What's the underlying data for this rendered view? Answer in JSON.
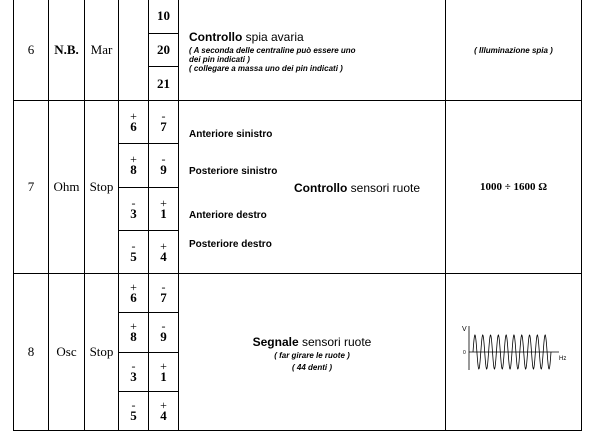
{
  "rows": [
    {
      "num": "6",
      "type": "N.B.",
      "condition": "Mar",
      "pins_single": [
        "10",
        "20",
        "21"
      ],
      "desc_title_bold": "Controllo",
      "desc_title_rest": " spia avaria",
      "desc_notes": [
        "( A seconda delle centraline può essere uno",
        "dei pin indicati )",
        "( collegare a massa uno dei pin indicati )"
      ],
      "value": "( Illuminazione spia )"
    },
    {
      "num": "7",
      "type": "Ohm",
      "condition": "Stop",
      "pins_plus_minus": [
        {
          "a_sign": "+",
          "a": "6",
          "b_sign": "-",
          "b": "7"
        },
        {
          "a_sign": "+",
          "a": "8",
          "b_sign": "-",
          "b": "9"
        },
        {
          "a_sign": "-",
          "a": "3",
          "b_sign": "+",
          "b": "1"
        },
        {
          "a_sign": "-",
          "a": "5",
          "b_sign": "+",
          "b": "4"
        }
      ],
      "positions": [
        "Anteriore sinistro",
        "Posteriore sinistro",
        "Anteriore destro",
        "Posteriore destro"
      ],
      "desc_title_bold": "Controllo",
      "desc_title_rest": " sensori ruote",
      "value": "1000 ÷ 1600 Ω"
    },
    {
      "num": "8",
      "type": "Osc",
      "condition": "Stop",
      "pins_plus_minus": [
        {
          "a_sign": "+",
          "a": "6",
          "b_sign": "-",
          "b": "7"
        },
        {
          "a_sign": "+",
          "a": "8",
          "b_sign": "-",
          "b": "9"
        },
        {
          "a_sign": "-",
          "a": "3",
          "b_sign": "+",
          "b": "1"
        },
        {
          "a_sign": "-",
          "a": "5",
          "b_sign": "+",
          "b": "4"
        }
      ],
      "desc_title_bold": "Segnale",
      "desc_title_rest": " sensori ruote",
      "desc_notes": [
        "( far girare le ruote )",
        "( 44 denti )"
      ],
      "waveform": {
        "y_label": "V",
        "x_label": "Hz",
        "zero_label": "0",
        "cycles": 10
      }
    }
  ]
}
